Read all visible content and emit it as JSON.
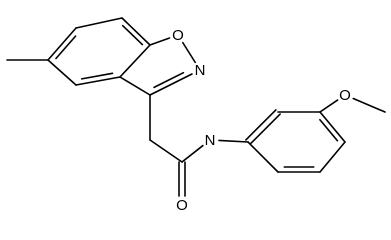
{
  "molecule": {
    "atoms": [
      {
        "id": "a1",
        "label": ""
      },
      {
        "id": "a2",
        "label": ""
      },
      {
        "id": "a3",
        "label": ""
      },
      {
        "id": "a4",
        "label": ""
      },
      {
        "id": "a5",
        "label": ""
      },
      {
        "id": "a6",
        "label": ""
      },
      {
        "id": "a7",
        "label": ""
      },
      {
        "id": "a8",
        "label": "O"
      },
      {
        "id": "a9",
        "label": "N"
      },
      {
        "id": "a10",
        "label": ""
      },
      {
        "id": "a11",
        "label": ""
      },
      {
        "id": "a12",
        "label": ""
      },
      {
        "id": "a13",
        "label": "O"
      },
      {
        "id": "a14",
        "label": "N"
      },
      {
        "id": "a15",
        "label": ""
      },
      {
        "id": "a16",
        "label": ""
      },
      {
        "id": "a17",
        "label": ""
      },
      {
        "id": "a18",
        "label": ""
      },
      {
        "id": "a19",
        "label": ""
      },
      {
        "id": "a20",
        "label": ""
      },
      {
        "id": "a21",
        "label": "O"
      },
      {
        "id": "a22",
        "label": ""
      }
    ],
    "bonds": [
      {
        "from": "a1",
        "to": "a2",
        "order": 1
      },
      {
        "from": "a2",
        "to": "a3",
        "order": 2
      },
      {
        "from": "a3",
        "to": "a4",
        "order": 1
      },
      {
        "from": "a4",
        "to": "a5",
        "order": 2
      },
      {
        "from": "a5",
        "to": "a6",
        "order": 1
      },
      {
        "from": "a6",
        "to": "a7",
        "order": 2
      },
      {
        "from": "a7",
        "to": "a2",
        "order": 1
      },
      {
        "from": "a5",
        "to": "a8",
        "order": 1
      },
      {
        "from": "a8",
        "to": "a9",
        "order": 1
      },
      {
        "from": "a9",
        "to": "a10",
        "order": 2
      },
      {
        "from": "a10",
        "to": "a6",
        "order": 1
      },
      {
        "from": "a10",
        "to": "a11",
        "order": 1
      },
      {
        "from": "a11",
        "to": "a12",
        "order": 1
      },
      {
        "from": "a12",
        "to": "a13",
        "order": 2
      },
      {
        "from": "a12",
        "to": "a14",
        "order": 1
      },
      {
        "from": "a14",
        "to": "a15",
        "order": 1
      },
      {
        "from": "a15",
        "to": "a16",
        "order": 2
      },
      {
        "from": "a16",
        "to": "a17",
        "order": 1
      },
      {
        "from": "a17",
        "to": "a18",
        "order": 2
      },
      {
        "from": "a18",
        "to": "a19",
        "order": 1
      },
      {
        "from": "a19",
        "to": "a20",
        "order": 2
      },
      {
        "from": "a20",
        "to": "a15",
        "order": 1
      },
      {
        "from": "a17",
        "to": "a21",
        "order": 1
      },
      {
        "from": "a21",
        "to": "a22",
        "order": 1
      }
    ]
  }
}
